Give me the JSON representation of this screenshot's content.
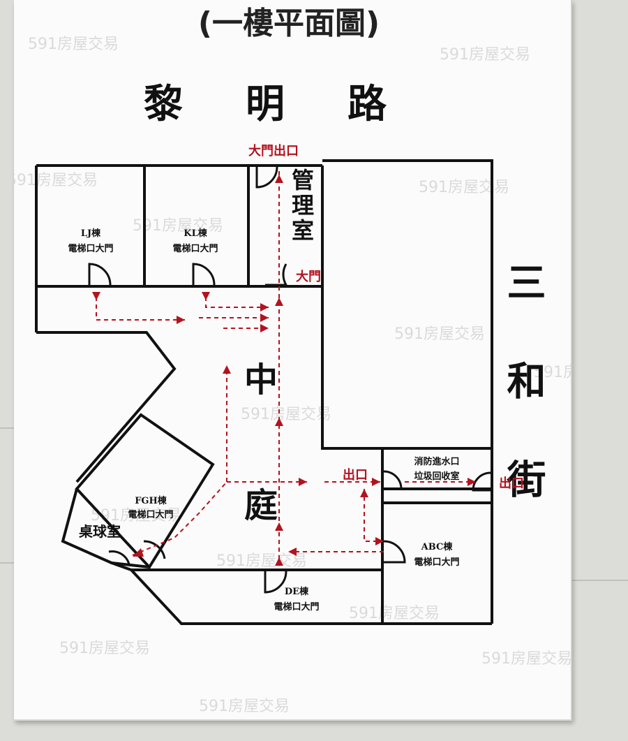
{
  "title": "(一樓平面圖)",
  "roads": {
    "top": "黎明路",
    "right": "三和街"
  },
  "courtyard": "中庭",
  "rooms": {
    "lj": {
      "name": "LJ棟",
      "sub": "電梯口大門"
    },
    "kl": {
      "name": "KL棟",
      "sub": "電梯口大門"
    },
    "management": "管理室",
    "fgh": {
      "name": "FGH棟",
      "sub": "電梯口大門"
    },
    "billiards": "桌球室",
    "fire": {
      "line1": "消防進水口",
      "line2": "垃圾回收室"
    },
    "abc": {
      "name": "ABC棟",
      "sub": "電梯口大門"
    },
    "de": {
      "name": "DE棟",
      "sub": "電梯口大門"
    }
  },
  "exits": {
    "main_gate": "大門出口",
    "mgmt_door": "大門",
    "exit_center": "出口",
    "exit_right": "出口"
  },
  "watermark": "591房屋交易",
  "colors": {
    "route": "#b3121e",
    "wall": "#111111",
    "paper": "#fbfbfb"
  }
}
